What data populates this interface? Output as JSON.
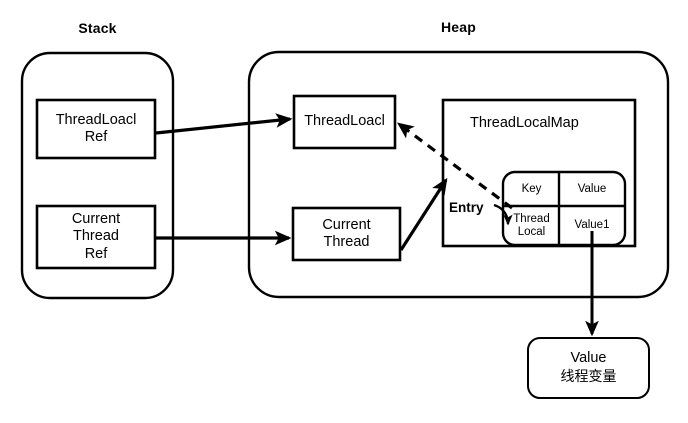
{
  "diagram": {
    "title_stack": "Stack",
    "title_heap": "Heap",
    "stack": {
      "boxes": [
        {
          "name": "threadlocal-ref",
          "label": "ThreadLoacl\nRef"
        },
        {
          "name": "current-thread-ref",
          "label": "Current\nThread\nRef"
        }
      ]
    },
    "heap": {
      "boxes": [
        {
          "name": "threadlocal-object",
          "label": "ThreadLoacl"
        },
        {
          "name": "current-thread-object",
          "label": "Current\nThread"
        }
      ],
      "map": {
        "title": "ThreadLocalMap",
        "entry_label": "Entry",
        "entry_table": {
          "headers": [
            "Key",
            "Value"
          ],
          "row": [
            "Thread\nLocal",
            "Value1"
          ]
        }
      }
    },
    "value_node": {
      "line1": "Value",
      "line2": "线程变量"
    },
    "colors": {
      "stroke": "#000000",
      "background": "#ffffff",
      "text": "#000000"
    }
  }
}
